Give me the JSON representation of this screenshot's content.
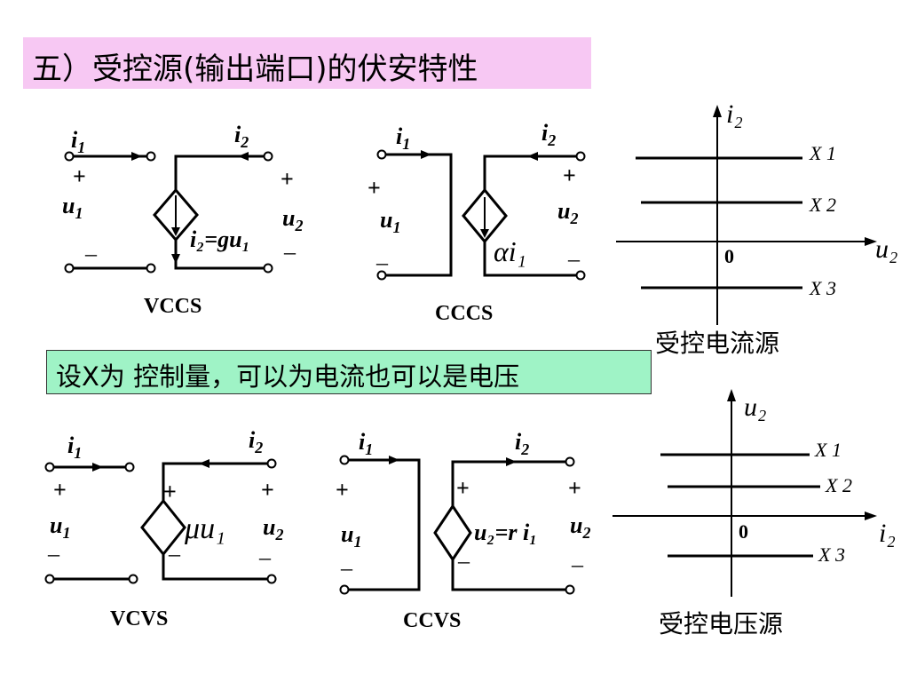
{
  "title": "五）受控源(输出端口)的伏安特性",
  "note": "设X为 控制量，可以为电流也可以是电压",
  "vccs": {
    "name": "VCCS",
    "relation": "i₂=gu₁"
  },
  "cccs": {
    "name": "CCCS",
    "relation": "αi₁"
  },
  "vcvs": {
    "name": "VCVS",
    "relation": "μu₁"
  },
  "ccvs": {
    "name": "CCVS",
    "relation": "u₂=r i₁"
  },
  "current_source_graph": {
    "label": "受控电流源",
    "y_axis": "i₂",
    "x_axis": "u₂",
    "origin": "0",
    "lines": [
      "X 1",
      "X 2",
      "X 3"
    ]
  },
  "voltage_source_graph": {
    "label": "受控电压源",
    "y_axis": "u₂",
    "x_axis": "i₂",
    "origin": "0",
    "lines": [
      "X 1",
      "X 2",
      "X 3"
    ]
  }
}
